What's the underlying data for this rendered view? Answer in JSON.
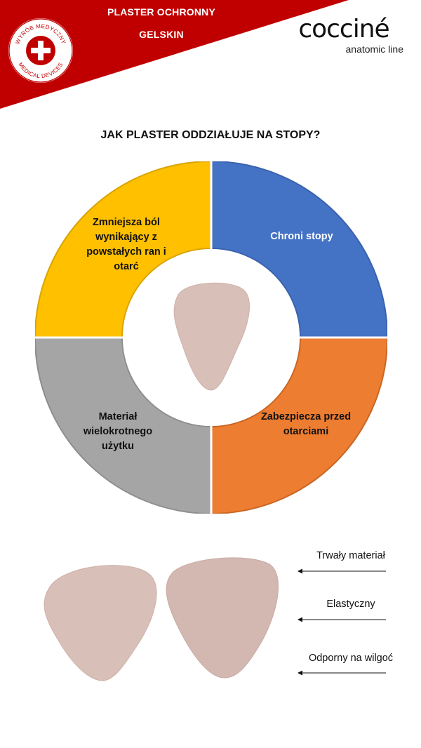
{
  "header": {
    "product_type": "PLASTER OCHRONNY",
    "product_name": "GELSKIN",
    "band_color": "#c00000"
  },
  "badge": {
    "text_top": "WYRÓB MEDYCZNY",
    "text_bottom": "MEDICAL DEVICES",
    "icon": "medical-cross-icon"
  },
  "brand": {
    "name": "cocciné",
    "subtitle": "anatomic line"
  },
  "title": "JAK PLASTER ODDZIAŁUJE NA STOPY?",
  "benefits": [
    {
      "label": "Zmniejsza ból wynikający z powstałych ran i otarć",
      "color": "#ffc000"
    },
    {
      "label": "Chroni stopy",
      "color": "#4472c4"
    },
    {
      "label": "Materiał wielokrotnego użytku",
      "color": "#a5a5a5"
    },
    {
      "label": "Zabezpiecza przed otarciami",
      "color": "#ed7d31"
    }
  ],
  "features": [
    {
      "label": "Trwały materiał"
    },
    {
      "label": "Elastyczny"
    },
    {
      "label": "Odporny na wilgoć"
    }
  ],
  "pad_color": "#d8bfb8"
}
